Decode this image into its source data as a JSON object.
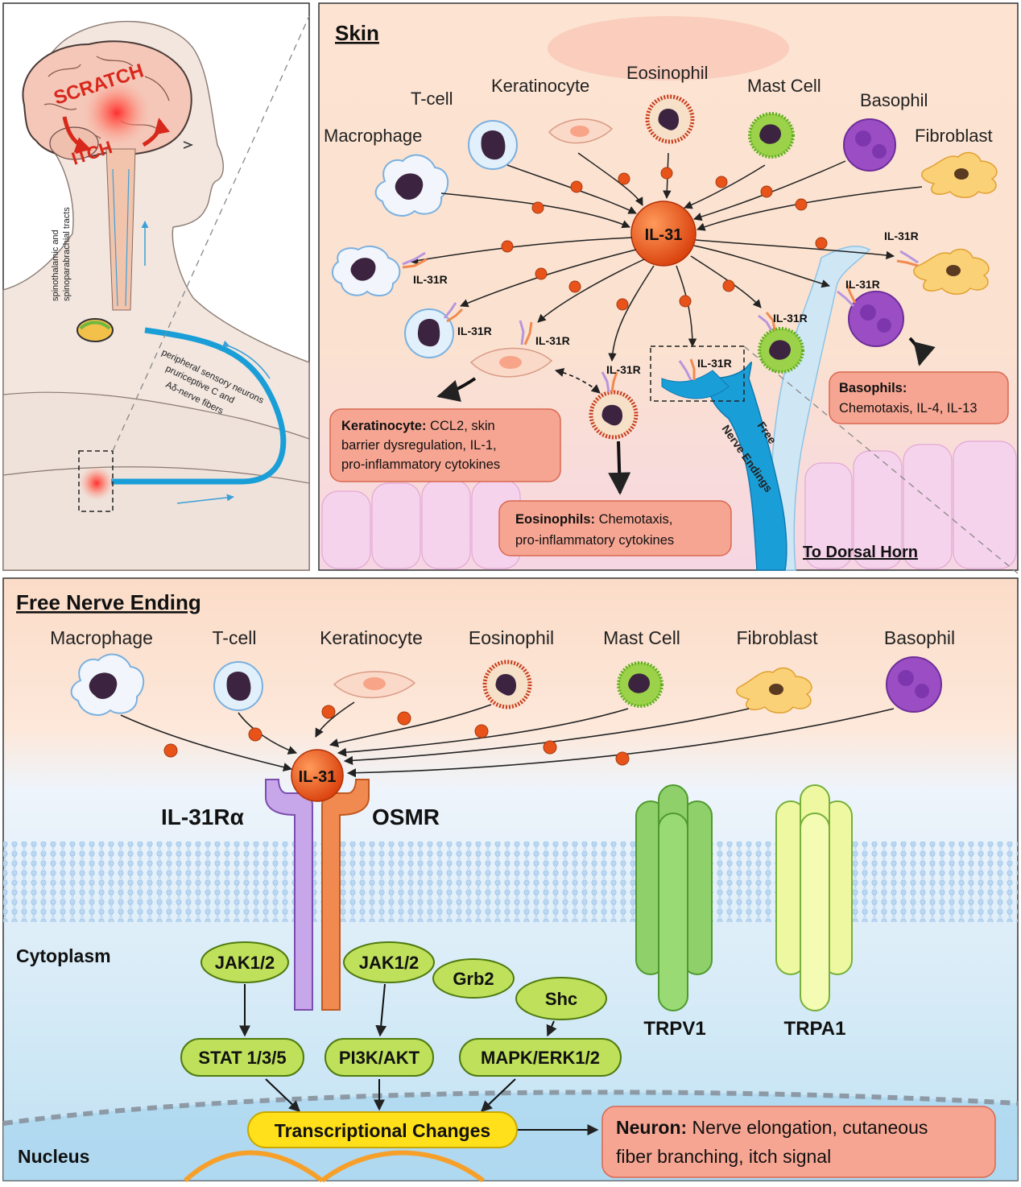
{
  "brain_panel": {
    "scratch": "SCRATCH",
    "itch": "ITCH",
    "tracts": [
      "spinothalamic and",
      "spinoparabrachial tracts"
    ],
    "fibers": [
      "peripheral sensory neurons",
      "pruriceptive C and",
      "Aδ-nerve fibers"
    ]
  },
  "skin_panel": {
    "title": "Skin",
    "cells": {
      "macrophage": "Macrophage",
      "tcell": "T-cell",
      "keratinocyte": "Keratinocyte",
      "eosinophil": "Eosinophil",
      "mastcell": "Mast Cell",
      "basophil": "Basophil",
      "fibroblast": "Fibroblast"
    },
    "il31": "IL-31",
    "receptor": "IL-31R",
    "keratinocyte_box": {
      "bold": "Keratinocyte:",
      "lines": [
        " CCL2, skin",
        "barrier dysregulation, IL-1,",
        "pro-inflammatory cytokines"
      ]
    },
    "eosinophil_box": {
      "bold": "Eosinophils:",
      "lines": [
        " Chemotaxis,",
        "pro-inflammatory cytokines"
      ]
    },
    "basophil_box": {
      "bold": "Basophils:",
      "lines": [
        "Chemotaxis, IL-4, IL-13"
      ]
    },
    "free_nerve": [
      "Free",
      "Nerve Endings"
    ],
    "dorsal_horn": "To Dorsal Horn"
  },
  "nerve_panel": {
    "title": "Free Nerve Ending",
    "cells": [
      "Macrophage",
      "T-cell",
      "Keratinocyte",
      "Eosinophil",
      "Mast Cell",
      "Fibroblast",
      "Basophil"
    ],
    "il31": "IL-31",
    "il31ra": "IL-31Rα",
    "osmr": "OSMR",
    "cytoplasm": "Cytoplasm",
    "nucleus": "Nucleus",
    "jak_left": "JAK1/2",
    "jak_right": "JAK1/2",
    "grb2": "Grb2",
    "shc": "Shc",
    "stat": "STAT 1/3/5",
    "pi3k": "PI3K/AKT",
    "mapk": "MAPK/ERK1/2",
    "trpv1": "TRPV1",
    "trpa1": "TRPA1",
    "transcription": "Transcriptional Changes",
    "neuron_box": {
      "bold": "Neuron:",
      "line1": " Nerve elongation, cutaneous",
      "line2": "fiber branching, itch signal"
    }
  },
  "colors": {
    "il31_ball": "#e8531a",
    "nerve_blue": "#1a9ed8",
    "outcome_box": "#f6a592",
    "kinase_green": "#bfe05a",
    "transcription_yellow": "#ffe01a",
    "receptor_purple": "#b896dd",
    "receptor_orange": "#f08a50"
  }
}
